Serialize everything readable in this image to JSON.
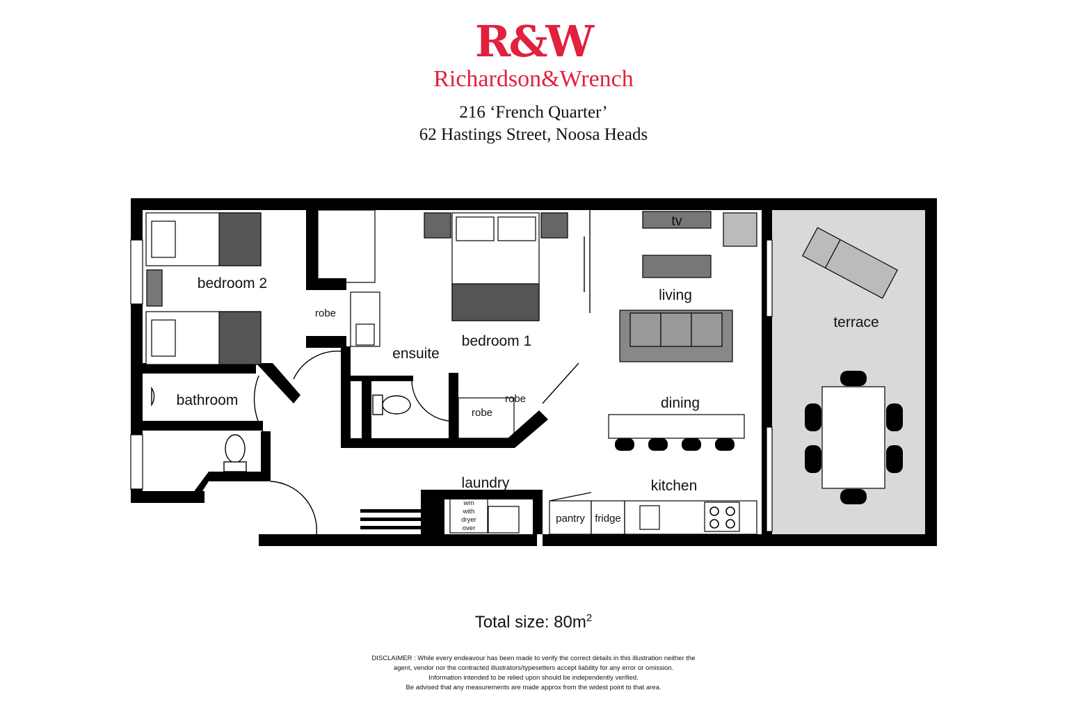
{
  "header": {
    "logo_mark": "R&W",
    "logo_name": "Richardson&Wrench",
    "brand_color": "#e0213f",
    "address_line1": "216 ‘French Quarter’",
    "address_line2": "62 Hastings Street, Noosa Heads"
  },
  "floorplan": {
    "rooms": {
      "bedroom2": "bedroom 2",
      "bedroom1": "bedroom 1",
      "ensuite": "ensuite",
      "robe_small": "robe",
      "robe_a": "robe",
      "robe_b": "robe",
      "bathroom": "bathroom",
      "living": "living",
      "dining": "dining",
      "kitchen": "kitchen",
      "laundry": "laundry",
      "terrace": "terrace",
      "pantry": "pantry",
      "fridge": "fridge",
      "tv": "tv"
    },
    "appliance_lines": [
      "wm",
      "with",
      "dryer",
      "over"
    ]
  },
  "footer": {
    "total_label": "Total size:",
    "total_value": "80m",
    "total_unit_sup": "2",
    "disclaimer_lines": [
      "DISCLAIMER : While every endeavour has been made to verify the correct details in this illustration neither the",
      "agent, vendor nor the contracted illustrators/typesetters accept liability for any error or omission.",
      "Information intended to be relied upon should be independently verified.",
      "Be advised that any measurements are made approx from the widest point to that area."
    ]
  }
}
